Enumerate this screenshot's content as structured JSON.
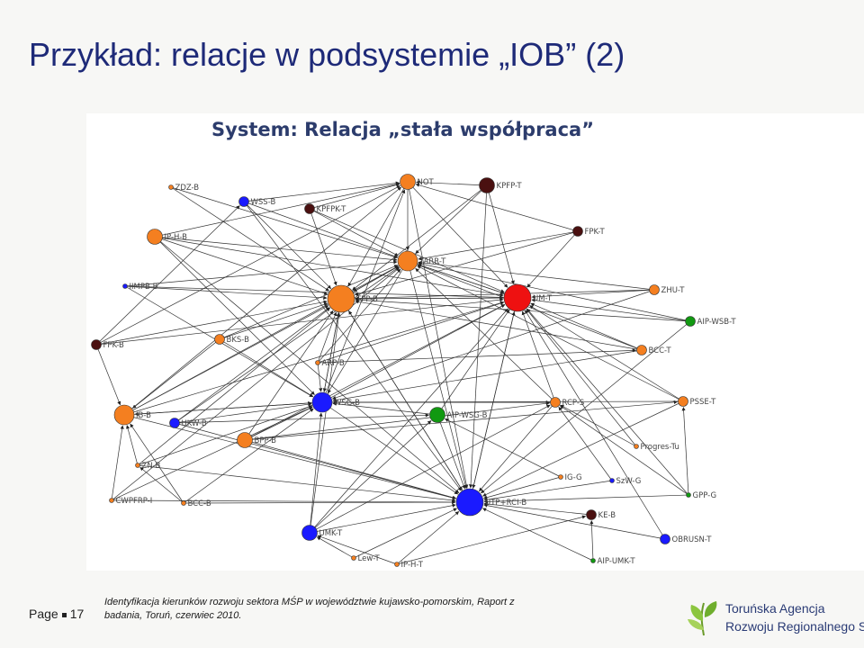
{
  "slide": {
    "title": "Przykład: relacje w podsystemie „IOB” (2)",
    "page_label": "Page",
    "page_number": "17",
    "source_note": "Identyfikacja kierunków rozwoju sektora MŚP w województwie kujawsko-pomorskim, Raport z badania, Toruń, czerwiec 2010."
  },
  "diagram": {
    "title": "System: Relacja „stała współpraca”",
    "colors": {
      "orange": "#f47f20",
      "blue": "#1a1aff",
      "red": "#ee1111",
      "green": "#119911",
      "maroon": "#4a1010",
      "edge": "#333333"
    },
    "nodes": [
      {
        "id": "NOT",
        "label": "NOT",
        "color": "orange",
        "size": "medium"
      },
      {
        "id": "KPFP-T",
        "label": "KPFP-T",
        "color": "maroon",
        "size": "medium"
      },
      {
        "id": "ZDZ-B",
        "label": "ZDZ-B",
        "color": "orange",
        "size": "tiny"
      },
      {
        "id": "WSS-B",
        "label": "WSS-B",
        "color": "blue",
        "size": "small"
      },
      {
        "id": "KPFPK-T",
        "label": "KPFPK-T",
        "color": "maroon",
        "size": "small"
      },
      {
        "id": "IP-H-B",
        "label": "IP-H-B",
        "color": "orange",
        "size": "medium"
      },
      {
        "id": "FPK-T",
        "label": "FPK-T",
        "color": "maroon",
        "size": "small"
      },
      {
        "id": "TARR-T",
        "label": "TARR-T",
        "color": "orange",
        "size": "large"
      },
      {
        "id": "IIMPB-B",
        "label": "IIMPB-B",
        "color": "blue",
        "size": "tiny"
      },
      {
        "id": "TPP-B",
        "label": "TPP-B",
        "color": "orange",
        "size": "xlarge"
      },
      {
        "id": "UM-T",
        "label": "UM-T",
        "color": "red",
        "size": "xlarge"
      },
      {
        "id": "ZHU-T",
        "label": "ZHU-T",
        "color": "orange",
        "size": "small"
      },
      {
        "id": "AIP-WSB-T",
        "label": "AIP-WSB-T",
        "color": "green",
        "size": "small"
      },
      {
        "id": "FPK-B",
        "label": "FPK-B",
        "color": "maroon",
        "size": "small"
      },
      {
        "id": "BKS-B",
        "label": "BKS-B",
        "color": "orange",
        "size": "small"
      },
      {
        "id": "BCC-T",
        "label": "BCC-T",
        "color": "orange",
        "size": "small"
      },
      {
        "id": "ARP-B",
        "label": "ARP-B",
        "color": "orange",
        "size": "tiny"
      },
      {
        "id": "WSG-B",
        "label": "WSG-B",
        "color": "blue",
        "size": "large"
      },
      {
        "id": "IB-B",
        "label": "IB-B",
        "color": "orange",
        "size": "large"
      },
      {
        "id": "UKW-B",
        "label": "UKW-B",
        "color": "blue",
        "size": "small"
      },
      {
        "id": "AIP-WSG-B",
        "label": "AIP-WSG-B",
        "color": "green",
        "size": "medium"
      },
      {
        "id": "RCP-S",
        "label": "RCP-S",
        "color": "orange",
        "size": "small"
      },
      {
        "id": "PSSE-T",
        "label": "PSSE-T",
        "color": "orange",
        "size": "small"
      },
      {
        "id": "BPP-B",
        "label": "BPP-B",
        "color": "orange",
        "size": "medium"
      },
      {
        "id": "Progres-Tu",
        "label": "Progres-Tu",
        "color": "orange",
        "size": "tiny"
      },
      {
        "id": "ZN-B",
        "label": "ZN-B",
        "color": "orange",
        "size": "tiny"
      },
      {
        "id": "IG-G",
        "label": "IG-G",
        "color": "orange",
        "size": "tiny"
      },
      {
        "id": "SzW-G",
        "label": "SzW-G",
        "color": "blue",
        "size": "tiny"
      },
      {
        "id": "CWPFRP-I",
        "label": "CWPFRP-I",
        "color": "orange",
        "size": "tiny"
      },
      {
        "id": "BCC-B",
        "label": "BCC-B",
        "color": "orange",
        "size": "tiny"
      },
      {
        "id": "UTP+RCI-B",
        "label": "UTP+RCI-B",
        "color": "blue",
        "size": "xlarge"
      },
      {
        "id": "GPP-G",
        "label": "GPP-G",
        "color": "green",
        "size": "tiny"
      },
      {
        "id": "KE-B",
        "label": "KE-B",
        "color": "maroon",
        "size": "small"
      },
      {
        "id": "UMK-T",
        "label": "UMK-T",
        "color": "blue",
        "size": "medium"
      },
      {
        "id": "OBRUSN-T",
        "label": "OBRUSN-T",
        "color": "blue",
        "size": "small"
      },
      {
        "id": "Lew-T",
        "label": "Lew-T",
        "color": "orange",
        "size": "tiny"
      },
      {
        "id": "IP-H-T",
        "label": "IP-H-T",
        "color": "orange",
        "size": "tiny"
      },
      {
        "id": "AIP-UMK-T",
        "label": "AIP-UMK-T",
        "color": "green",
        "size": "tiny"
      }
    ],
    "edges": [
      [
        "ZDZ-B",
        "TPP-B"
      ],
      [
        "ZDZ-B",
        "TARR-T"
      ],
      [
        "WSS-B",
        "TPP-B"
      ],
      [
        "WSS-B",
        "TARR-T"
      ],
      [
        "WSS-B",
        "UTP+RCI-B"
      ],
      [
        "WSS-B",
        "NOT"
      ],
      [
        "KPFPK-T",
        "TARR-T"
      ],
      [
        "KPFPK-T",
        "NOT"
      ],
      [
        "KPFPK-T",
        "UM-T"
      ],
      [
        "KPFPK-T",
        "TPP-B"
      ],
      [
        "IP-H-B",
        "TPP-B"
      ],
      [
        "IP-H-B",
        "TARR-T"
      ],
      [
        "IP-H-B",
        "WSG-B"
      ],
      [
        "IP-H-B",
        "UTP+RCI-B"
      ],
      [
        "IP-H-B",
        "NOT"
      ],
      [
        "IP-H-B",
        "UM-T"
      ],
      [
        "IIMPB-B",
        "TPP-B"
      ],
      [
        "IIMPB-B",
        "TARR-T"
      ],
      [
        "IIMPB-B",
        "UM-T"
      ],
      [
        "IIMPB-B",
        "WSG-B"
      ],
      [
        "FPK-B",
        "TPP-B"
      ],
      [
        "FPK-B",
        "IB-B"
      ],
      [
        "FPK-B",
        "WSS-B"
      ],
      [
        "FPK-B",
        "NOT"
      ],
      [
        "FPK-B",
        "UM-T"
      ],
      [
        "BKS-B",
        "TPP-B"
      ],
      [
        "BKS-B",
        "IB-B"
      ],
      [
        "BKS-B",
        "TARR-T"
      ],
      [
        "BKS-B",
        "WSG-B"
      ],
      [
        "ARP-B",
        "TPP-B"
      ],
      [
        "ARP-B",
        "UM-T"
      ],
      [
        "ARP-B",
        "WSG-B"
      ],
      [
        "ARP-B",
        "BCC-T"
      ],
      [
        "ARP-B",
        "TARR-T"
      ],
      [
        "WSG-B",
        "TPP-B"
      ],
      [
        "WSG-B",
        "UTP+RCI-B"
      ],
      [
        "WSG-B",
        "IB-B"
      ],
      [
        "WSG-B",
        "UM-T"
      ],
      [
        "WSG-B",
        "NOT"
      ],
      [
        "WSG-B",
        "RCP-S"
      ],
      [
        "IB-B",
        "TPP-B"
      ],
      [
        "IB-B",
        "WSG-B"
      ],
      [
        "IB-B",
        "UTP+RCI-B"
      ],
      [
        "IB-B",
        "NOT"
      ],
      [
        "IB-B",
        "UM-T"
      ],
      [
        "IB-B",
        "TARR-T"
      ],
      [
        "UKW-B",
        "WSG-B"
      ],
      [
        "UKW-B",
        "TPP-B"
      ],
      [
        "UKW-B",
        "UTP+RCI-B"
      ],
      [
        "UKW-B",
        "AIP-WSG-B"
      ],
      [
        "UKW-B",
        "TARR-T"
      ],
      [
        "AIP-WSG-B",
        "WSG-B"
      ],
      [
        "AIP-WSG-B",
        "UTP+RCI-B"
      ],
      [
        "AIP-WSG-B",
        "UM-T"
      ],
      [
        "BPP-B",
        "WSG-B"
      ],
      [
        "BPP-B",
        "UTP+RCI-B"
      ],
      [
        "BPP-B",
        "TPP-B"
      ],
      [
        "BPP-B",
        "RCP-S"
      ],
      [
        "BPP-B",
        "PSSE-T"
      ],
      [
        "BPP-B",
        "UM-T"
      ],
      [
        "ZN-B",
        "IB-B"
      ],
      [
        "ZN-B",
        "WSG-B"
      ],
      [
        "ZN-B",
        "UTP+RCI-B"
      ],
      [
        "ZN-B",
        "TPP-B"
      ],
      [
        "CWPFRP-I",
        "IB-B"
      ],
      [
        "CWPFRP-I",
        "UTP+RCI-B"
      ],
      [
        "CWPFRP-I",
        "WSG-B"
      ],
      [
        "CWPFRP-I",
        "TARR-T"
      ],
      [
        "BCC-B",
        "IB-B"
      ],
      [
        "BCC-B",
        "UTP+RCI-B"
      ],
      [
        "BCC-B",
        "WSG-B"
      ],
      [
        "BCC-B",
        "ZN-B"
      ],
      [
        "UMK-T",
        "UTP+RCI-B"
      ],
      [
        "UMK-T",
        "WSG-B"
      ],
      [
        "UMK-T",
        "UM-T"
      ],
      [
        "UMK-T",
        "AIP-WSG-B"
      ],
      [
        "UMK-T",
        "RCP-S"
      ],
      [
        "UMK-T",
        "TPP-B"
      ],
      [
        "Lew-T",
        "UTP+RCI-B"
      ],
      [
        "Lew-T",
        "UMK-T"
      ],
      [
        "IP-H-T",
        "UTP+RCI-B"
      ],
      [
        "IP-H-T",
        "UMK-T"
      ],
      [
        "IP-H-T",
        "KE-B"
      ],
      [
        "AIP-UMK-T",
        "UTP+RCI-B"
      ],
      [
        "AIP-UMK-T",
        "KE-B"
      ],
      [
        "OBRUSN-T",
        "UTP+RCI-B"
      ],
      [
        "OBRUSN-T",
        "UM-T"
      ],
      [
        "KE-B",
        "UTP+RCI-B"
      ],
      [
        "GPP-G",
        "UTP+RCI-B"
      ],
      [
        "GPP-G",
        "UM-T"
      ],
      [
        "GPP-G",
        "PSSE-T"
      ],
      [
        "GPP-G",
        "RCP-S"
      ],
      [
        "IG-G",
        "UTP+RCI-B"
      ],
      [
        "IG-G",
        "AIP-WSG-B"
      ],
      [
        "SzW-G",
        "UTP+RCI-B"
      ],
      [
        "SzW-G",
        "RCP-S"
      ],
      [
        "Progres-Tu",
        "RCP-S"
      ],
      [
        "Progres-Tu",
        "UM-T"
      ],
      [
        "PSSE-T",
        "UM-T"
      ],
      [
        "PSSE-T",
        "TARR-T"
      ],
      [
        "PSSE-T",
        "WSG-B"
      ],
      [
        "PSSE-T",
        "UTP+RCI-B"
      ],
      [
        "RCP-S",
        "UM-T"
      ],
      [
        "RCP-S",
        "TARR-T"
      ],
      [
        "RCP-S",
        "WSG-B"
      ],
      [
        "RCP-S",
        "UTP+RCI-B"
      ],
      [
        "BCC-T",
        "UM-T"
      ],
      [
        "BCC-T",
        "TARR-T"
      ],
      [
        "BCC-T",
        "TPP-B"
      ],
      [
        "BCC-T",
        "WSG-B"
      ],
      [
        "AIP-WSB-T",
        "UM-T"
      ],
      [
        "AIP-WSB-T",
        "TARR-T"
      ],
      [
        "AIP-WSB-T",
        "TPP-B"
      ],
      [
        "AIP-WSB-T",
        "UTP+RCI-B"
      ],
      [
        "ZHU-T",
        "UM-T"
      ],
      [
        "ZHU-T",
        "TARR-T"
      ],
      [
        "ZHU-T",
        "TPP-B"
      ],
      [
        "ZHU-T",
        "WSG-B"
      ],
      [
        "FPK-T",
        "TARR-T"
      ],
      [
        "FPK-T",
        "UM-T"
      ],
      [
        "FPK-T",
        "TPP-B"
      ],
      [
        "FPK-T",
        "NOT"
      ],
      [
        "KPFP-T",
        "TARR-T"
      ],
      [
        "KPFP-T",
        "UM-T"
      ],
      [
        "KPFP-T",
        "NOT"
      ],
      [
        "KPFP-T",
        "UTP+RCI-B"
      ],
      [
        "KPFP-T",
        "TPP-B"
      ],
      [
        "NOT",
        "TARR-T"
      ],
      [
        "NOT",
        "UM-T"
      ],
      [
        "NOT",
        "TPP-B"
      ],
      [
        "NOT",
        "UTP+RCI-B"
      ],
      [
        "TARR-T",
        "TPP-B"
      ],
      [
        "TARR-T",
        "UM-T"
      ],
      [
        "TARR-T",
        "UTP+RCI-B"
      ],
      [
        "TARR-T",
        "WSG-B"
      ],
      [
        "TPP-B",
        "TARR-T"
      ],
      [
        "TPP-B",
        "UM-T"
      ],
      [
        "TPP-B",
        "UTP+RCI-B"
      ],
      [
        "TPP-B",
        "WSG-B"
      ],
      [
        "UM-T",
        "TARR-T"
      ],
      [
        "UM-T",
        "UTP+RCI-B"
      ],
      [
        "UM-T",
        "TPP-B"
      ],
      [
        "UTP+RCI-B",
        "UM-T"
      ],
      [
        "UTP+RCI-B",
        "TPP-B"
      ]
    ]
  },
  "logo": {
    "line1": "Toruńska Agencja",
    "line2": "Rozwoju Regionalnego S.A."
  }
}
